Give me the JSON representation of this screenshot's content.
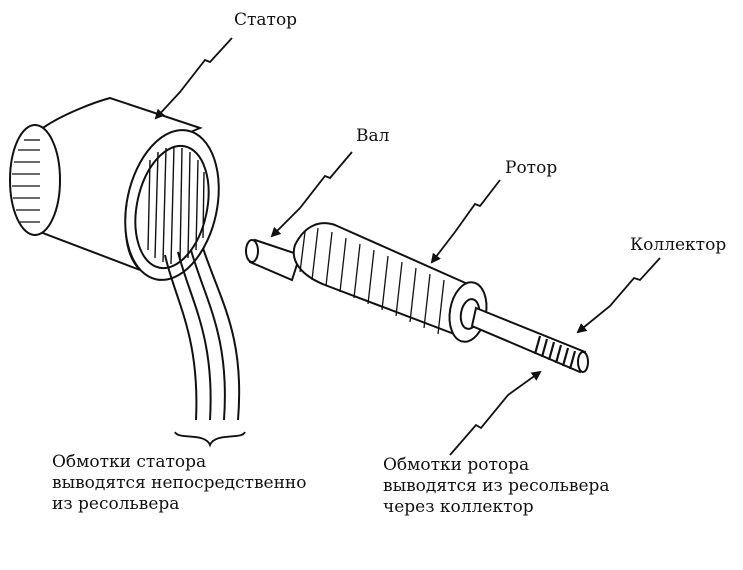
{
  "labels": {
    "stator": "Статор",
    "shaft": "Вал",
    "rotor": "Ротор",
    "collector": "Коллектор",
    "stator_windings": "Обмотки статора\nвыводятся непосредственно\nиз ресольвера",
    "rotor_windings": "Обмотки ротора\nвыводятся из ресольвера\nчерез коллектор"
  },
  "colors": {
    "ink": "#111111",
    "paper": "#ffffff"
  }
}
